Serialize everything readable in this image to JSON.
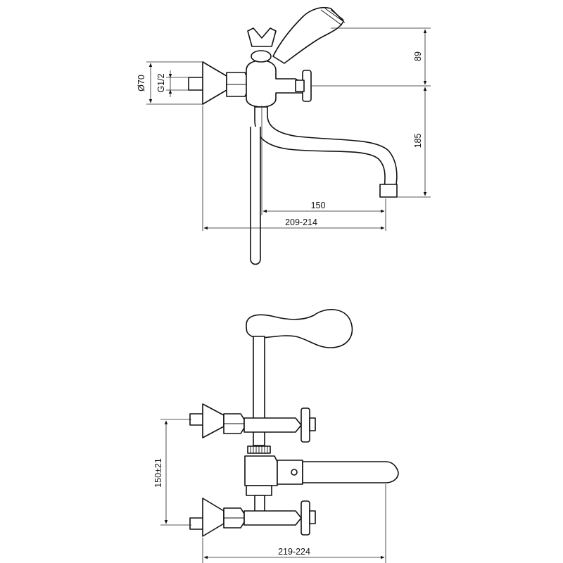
{
  "dimensions": {
    "top_view": {
      "height_upper": "89",
      "height_lower": "185",
      "spout_reach": "150",
      "overall_width": "209-214",
      "diameter": "Ø70",
      "thread": "G1/2"
    },
    "bottom_view": {
      "center_distance": "150±21",
      "overall_width": "219-224"
    }
  }
}
